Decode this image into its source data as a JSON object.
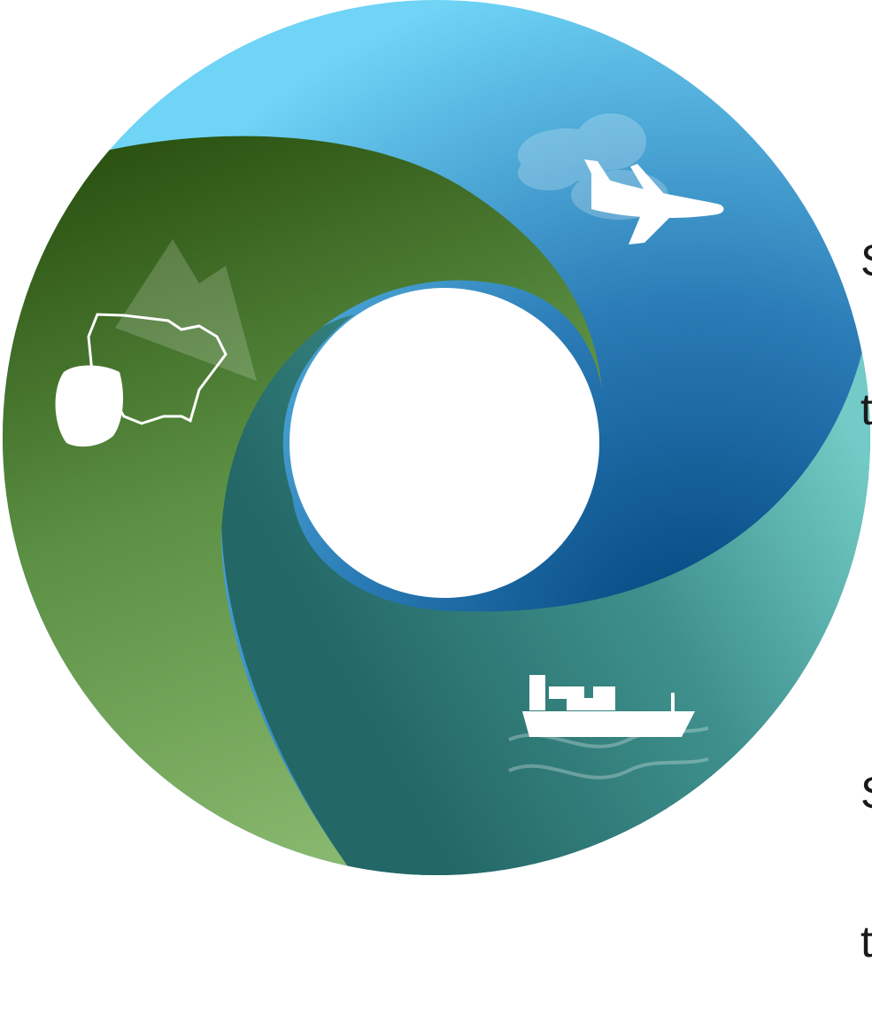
{
  "diagram": {
    "segments": [
      {
        "id": "air",
        "icon": "airplane-icon",
        "colors": [
          "#6dd2f5",
          "#2e86be",
          "#004579"
        ]
      },
      {
        "id": "sea",
        "icon": "cargo-ship-icon",
        "colors": [
          "#6cc7c2",
          "#40928e",
          "#236867"
        ]
      },
      {
        "id": "land",
        "icon": "us-map-shield-icon",
        "colors": [
          "#2c5413",
          "#55893e",
          "#86b56c"
        ]
      }
    ],
    "fragments": {
      "top": [
        "S",
        "t"
      ],
      "bottom": [
        "S",
        "t"
      ]
    }
  }
}
